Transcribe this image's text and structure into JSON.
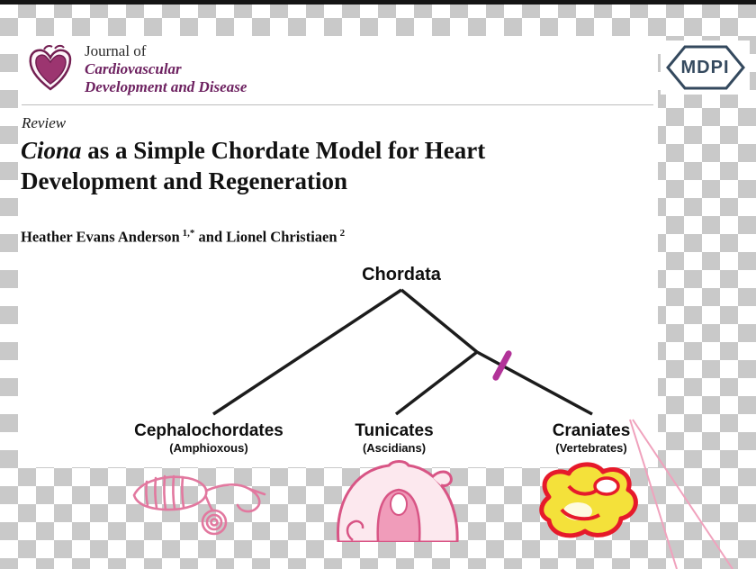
{
  "journal": {
    "name_line1": "Journal of",
    "name_line2": "Cardiovascular",
    "name_line3": "Development and Disease",
    "publisher": "MDPI"
  },
  "article": {
    "type_label": "Review",
    "title_italic_part": "Ciona",
    "title_line1_rest": " as a Simple Chordate Model for Heart",
    "title_line2": "Development and Regeneration",
    "authors": {
      "author1_name": "Heather Evans Anderson",
      "author1_sup": "1,*",
      "connector": " and ",
      "author2_name": "Lionel Christiaen",
      "author2_sup": "2"
    }
  },
  "figure": {
    "root_label": "Chordata",
    "clades": [
      {
        "name": "Cephalochordates",
        "subtitle": "(Amphioxous)",
        "illustration": "amphioxus-drawing"
      },
      {
        "name": "Tunicates",
        "subtitle": "(Ascidians)",
        "illustration": "tunicate-drawing"
      },
      {
        "name": "Craniates",
        "subtitle": "(Vertebrates)",
        "illustration": "heart-drawing"
      }
    ],
    "colors": {
      "branch_black": "#1c1c1c",
      "slash_mark_magenta": "#b23399",
      "illustration_pink": "#d85585",
      "heart_red": "#e61a2b",
      "heart_yellow": "#f4e13a",
      "journal_purple": "#6d2160",
      "mdpi_navy": "#34495e",
      "checker_gray": "#c9c9c9"
    }
  }
}
